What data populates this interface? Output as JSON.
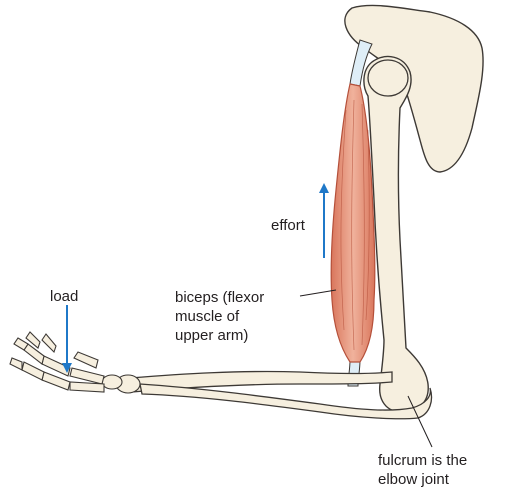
{
  "labels": {
    "load": "load",
    "effort": "effort",
    "biceps": [
      "biceps (flexor",
      "muscle of",
      "upper arm)"
    ],
    "fulcrum": [
      "fulcrum is the",
      "elbow joint"
    ]
  },
  "colors": {
    "bone_fill": "#f6efdf",
    "bone_stroke": "#3d3935",
    "muscle_fill": "#e89a80",
    "muscle_stroke": "#b5503a",
    "tendon_fill": "#dfeef7",
    "arrow": "#1f78c8",
    "leader": "#231f20"
  },
  "icons": {
    "effort_arrow": "arrow-up-icon",
    "load_arrow": "arrow-down-icon"
  }
}
